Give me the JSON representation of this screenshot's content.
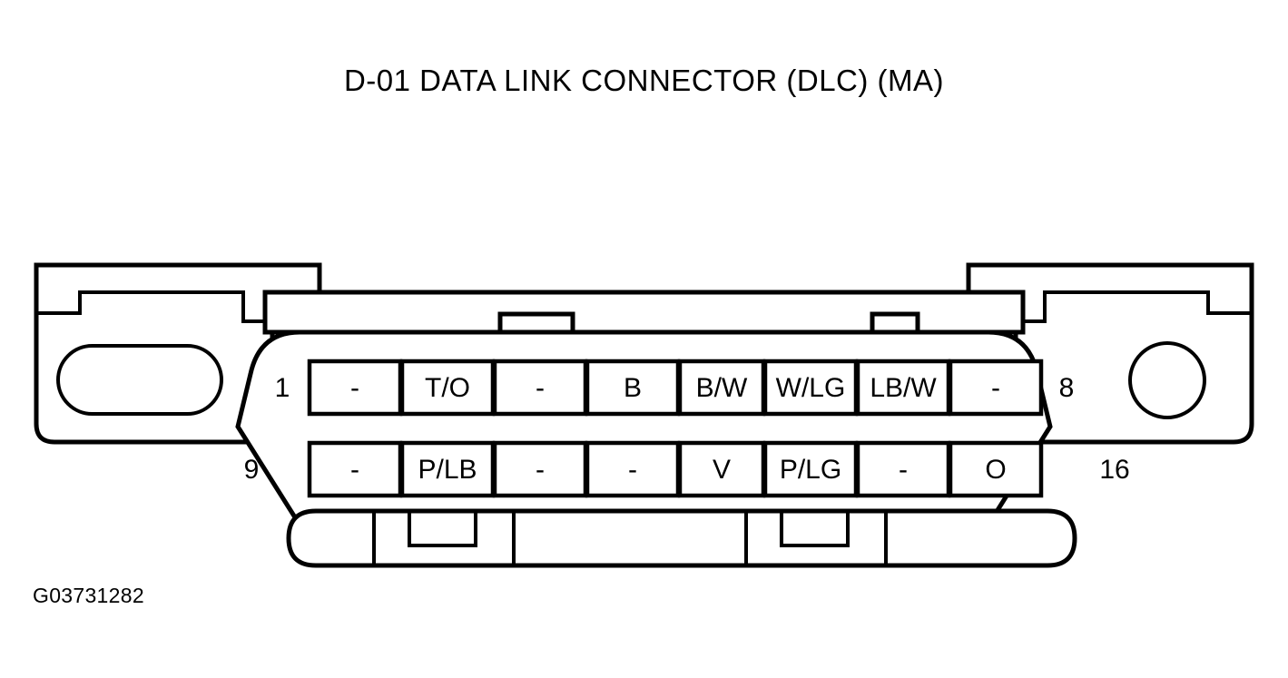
{
  "title": "D-01 DATA LINK CONNECTOR (DLC) (MA)",
  "caption": "G03731282",
  "connector": {
    "type": "OBD-II 16-pin Data Link Connector",
    "corner_numbers": {
      "top_left": "1",
      "top_right": "8",
      "bottom_left": "9",
      "bottom_right": "16"
    },
    "rows": [
      {
        "name": "top-row",
        "start_pin": "1",
        "end_pin": "8",
        "cells": [
          {
            "pin": "1",
            "label": "-"
          },
          {
            "pin": "2",
            "label": "T/O"
          },
          {
            "pin": "3",
            "label": "-"
          },
          {
            "pin": "4",
            "label": "B"
          },
          {
            "pin": "5",
            "label": "B/W"
          },
          {
            "pin": "6",
            "label": "W/LG"
          },
          {
            "pin": "7",
            "label": "LB/W"
          },
          {
            "pin": "8",
            "label": "-"
          }
        ]
      },
      {
        "name": "bottom-row",
        "start_pin": "9",
        "end_pin": "16",
        "cells": [
          {
            "pin": "9",
            "label": "-"
          },
          {
            "pin": "10",
            "label": "P/LB"
          },
          {
            "pin": "11",
            "label": "-"
          },
          {
            "pin": "12",
            "label": "-"
          },
          {
            "pin": "13",
            "label": "V"
          },
          {
            "pin": "14",
            "label": "P/LG"
          },
          {
            "pin": "15",
            "label": "-"
          },
          {
            "pin": "16",
            "label": "O"
          }
        ]
      }
    ]
  },
  "colors": {
    "line": "#000000",
    "background": "#ffffff",
    "text": "#000000"
  }
}
